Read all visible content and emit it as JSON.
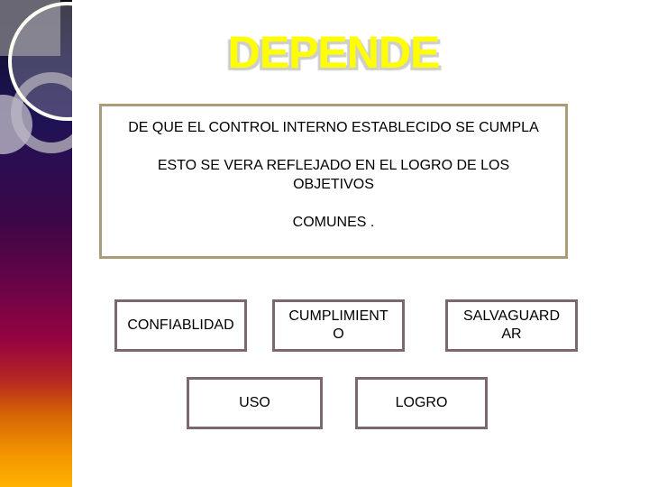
{
  "slide": {
    "title": "DEPENDE",
    "main_box": {
      "paragraphs": [
        "DE QUE EL CONTROL INTERNO ESTABLECIDO SE CUMPLA",
        "ESTO SE VERA REFLEJADO EN EL LOGRO DE LOS OBJETIVOS",
        "COMUNES ."
      ]
    },
    "boxes": [
      {
        "id": "confiablidad",
        "lines": [
          "CONFIABLIDAD"
        ]
      },
      {
        "id": "cumplimiento",
        "lines": [
          "CUMPLIMIENT",
          "O"
        ]
      },
      {
        "id": "salvaguardar",
        "lines": [
          "SALVAGUARD",
          "AR"
        ]
      },
      {
        "id": "uso",
        "lines": [
          "USO"
        ]
      },
      {
        "id": "logro",
        "lines": [
          "LOGRO"
        ]
      }
    ],
    "colors": {
      "title": "#ffff00",
      "title_shadow": "#cfcfca",
      "main_box_border": "#ab9d7c",
      "label_box_border": "#7d686c",
      "sidebar_top": "#0a0a14",
      "sidebar_mid": "#970341",
      "sidebar_bottom": "#ffb200"
    }
  }
}
